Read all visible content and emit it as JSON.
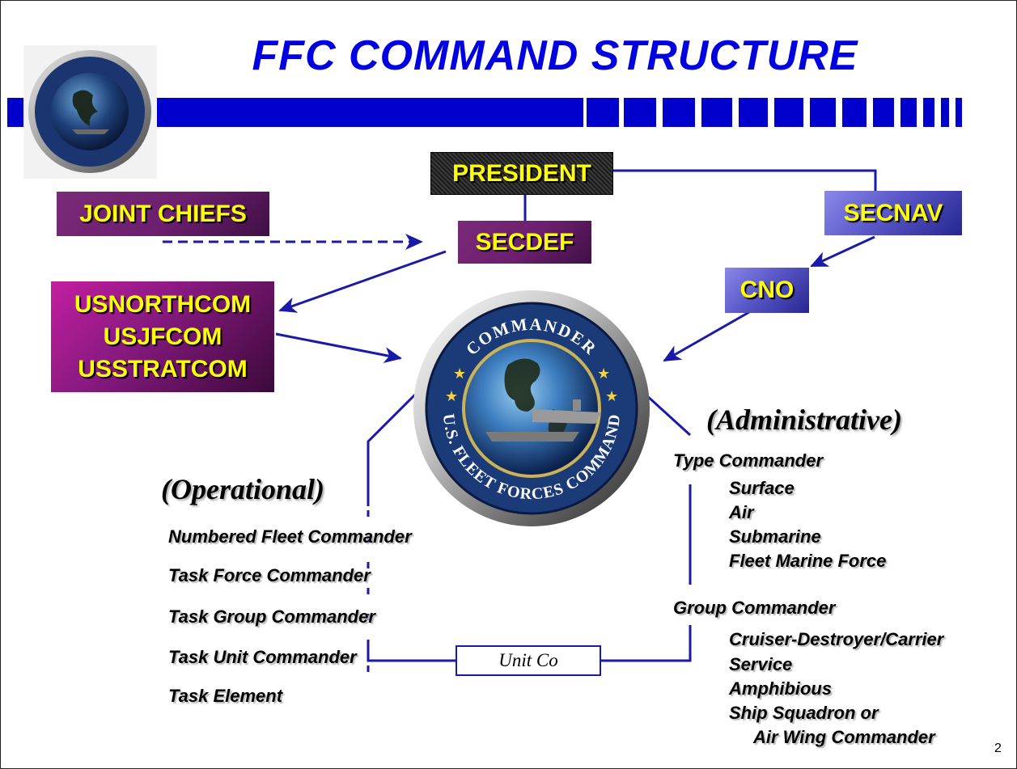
{
  "title": "FFC COMMAND STRUCTURE",
  "page_number": "2",
  "seal": {
    "top_text": "COMMANDER",
    "bottom_text": "U.S. FLEET FORCES COMMAND"
  },
  "boxes": {
    "president": "PRESIDENT",
    "joint_chiefs": "JOINT CHIEFS",
    "secdef": "SECDEF",
    "secnav": "SECNAV",
    "cno": "CNO",
    "commands": [
      "USNORTHCOM",
      "USJFCOM",
      "USSTRATCOM"
    ]
  },
  "operational": {
    "heading": "(Operational)",
    "items": [
      "Numbered Fleet Commander",
      "Task Force Commander",
      "Task Group Commander",
      "Task Unit Commander",
      "Task Element"
    ]
  },
  "administrative": {
    "heading": "(Administrative)",
    "type_commander": "Type Commander",
    "type_items": [
      "Surface",
      "Air",
      "Submarine",
      "Fleet Marine Force"
    ],
    "group_commander": "Group Commander",
    "group_items": [
      "Cruiser-Destroyer/Carrier",
      "Service",
      "Amphibious",
      "Ship Squadron or",
      "Air Wing Commander"
    ]
  },
  "unit_co": "Unit Co",
  "colors": {
    "accent_blue": "#0000cc",
    "box_text": "#ffff00"
  }
}
